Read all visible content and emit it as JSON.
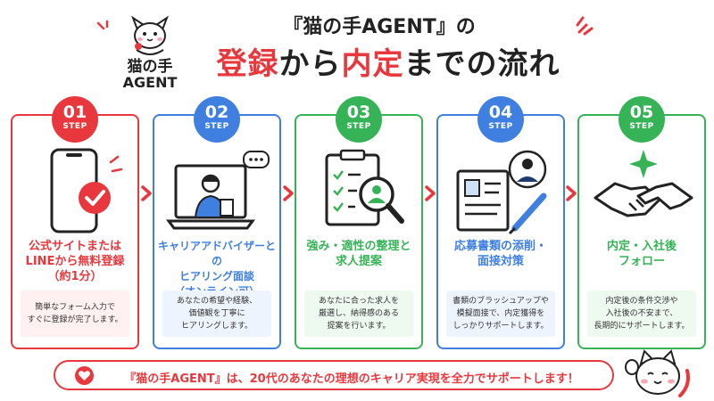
{
  "logo": {
    "line1": "猫の手",
    "line2": "AGENT"
  },
  "title": {
    "top": "『猫の手AGENT』の",
    "main_a": "登録",
    "main_b": "から",
    "main_c": "内定",
    "main_d": "までの流れ"
  },
  "colors": {
    "red": "#e8383d",
    "blue": "#3f7fe0",
    "green": "#37b357",
    "pink_bg": "#fff0f1",
    "blue_bg": "#eef4fd",
    "green_bg": "#eef9ef"
  },
  "steps": [
    {
      "num": "01",
      "label": "STEP",
      "title_lines": [
        "公式サイトまたは",
        "LINEから無料登録",
        "（約1分）"
      ],
      "desc_lines": [
        "簡単なフォーム入力で",
        "すぐに登録が完了します。"
      ],
      "icon": "smartphone-check-icon"
    },
    {
      "num": "02",
      "label": "STEP",
      "title_lines": [
        "キャリアアドバイザーとの",
        "ヒアリング面談",
        "（オンライン可）"
      ],
      "desc_lines": [
        "あなたの希望や経験、",
        "価値観を丁寧に",
        "ヒアリングします。"
      ],
      "icon": "laptop-advisor-icon"
    },
    {
      "num": "03",
      "label": "STEP",
      "title_lines": [
        "強み・適性の整理と",
        "求人提案"
      ],
      "desc_lines": [
        "あなたに合った求人を",
        "厳選し、納得感のある",
        "提案を行います。"
      ],
      "icon": "clipboard-magnifier-icon"
    },
    {
      "num": "04",
      "label": "STEP",
      "title_lines": [
        "応募書類の添削・",
        "面接対策"
      ],
      "desc_lines": [
        "書類のブラッシュアップや",
        "模擬面接で、内定獲得を",
        "しっかりサポートします。"
      ],
      "icon": "resume-pen-icon"
    },
    {
      "num": "05",
      "label": "STEP",
      "title_lines": [
        "内定・入社後",
        "フォロー"
      ],
      "desc_lines": [
        "内定後の条件交渉や",
        "入社後の不安まで、",
        "長期的にサポートします。"
      ],
      "icon": "handshake-icon"
    }
  ],
  "banner": {
    "text": "『猫の手AGENT』は、20代のあなたの理想のキャリア実現を全力でサポートします！"
  }
}
